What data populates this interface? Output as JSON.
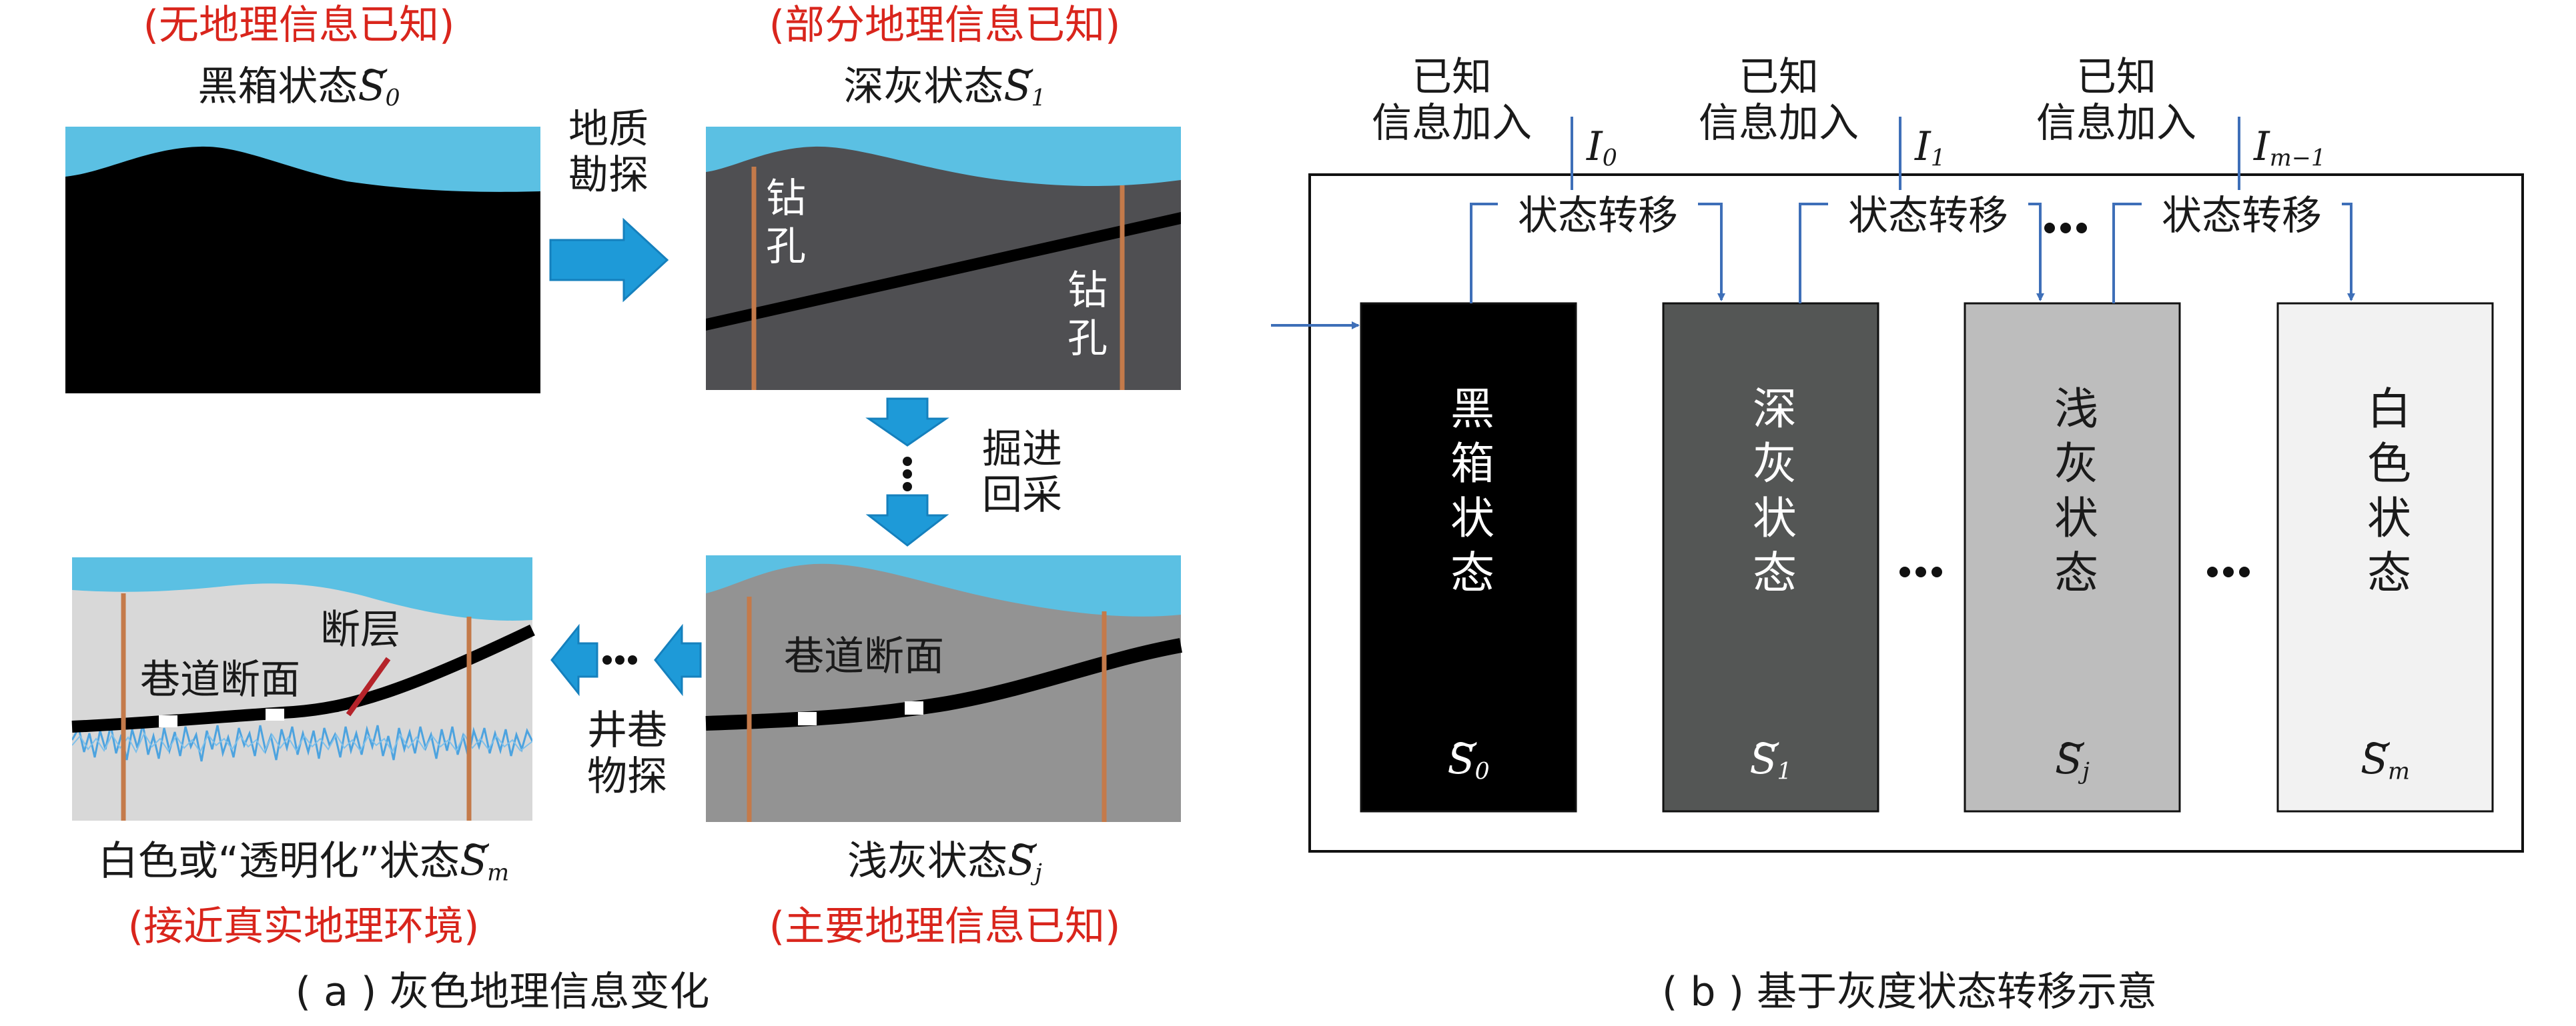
{
  "panel_a": {
    "caption": "( a ) 灰色地理信息变化",
    "stage0": {
      "note": "(无地理信息已知)",
      "label": "黑箱状态",
      "sym": "S",
      "sub": "0"
    },
    "stage1": {
      "note": "(部分地理信息已知)",
      "label": "深灰状态",
      "sym": "S",
      "sub": "1",
      "borehole_left": "钻\n孔",
      "borehole_right": "钻\n孔"
    },
    "stagej": {
      "note": "(主要地理信息已知)",
      "label": "浅灰状态",
      "sym": "S",
      "sub": "j",
      "section": "巷道断面"
    },
    "stagem": {
      "note": "(接近真实地理环境)",
      "label": "白色或“透明化”状态",
      "sym": "S",
      "sub": "m",
      "section": "巷道断面",
      "fault": "断层"
    },
    "step_survey": "地质\n勘探",
    "step_mining": "掘进\n回采",
    "step_mine_geo": "井巷\n物探",
    "ellipsis": "···"
  },
  "panel_b": {
    "caption": "( b ) 基于灰度状态转移示意",
    "info_label": "已知\n信息加入",
    "inputs": [
      {
        "sym": "I",
        "sub": "0"
      },
      {
        "sym": "I",
        "sub": "1"
      },
      {
        "sym": "I",
        "sub": "m−1"
      }
    ],
    "transition": "状态转移",
    "ellipsis": "···",
    "boxes": [
      {
        "label": "黑箱状态",
        "sym": "S",
        "sub": "0",
        "fill": "#000000",
        "text": "#ffffff"
      },
      {
        "label": "深灰状态",
        "sym": "S",
        "sub": "1",
        "fill": "#545655",
        "text": "#ffffff"
      },
      {
        "label": "浅灰状态",
        "sym": "S",
        "sub": "j",
        "fill": "#bdbdbd",
        "text": "#1a1a1a"
      },
      {
        "label": "白色状态",
        "sym": "S",
        "sub": "m",
        "fill": "#f2f2f2",
        "text": "#1a1a1a"
      }
    ]
  },
  "colors": {
    "sky": "#5bc0e3",
    "arrow_blue": "#1e9ad8",
    "flow_blue": "#3e6fb8",
    "borehole": "#c47a4a",
    "fault": "#b5232a",
    "noise": "#4da3df"
  }
}
